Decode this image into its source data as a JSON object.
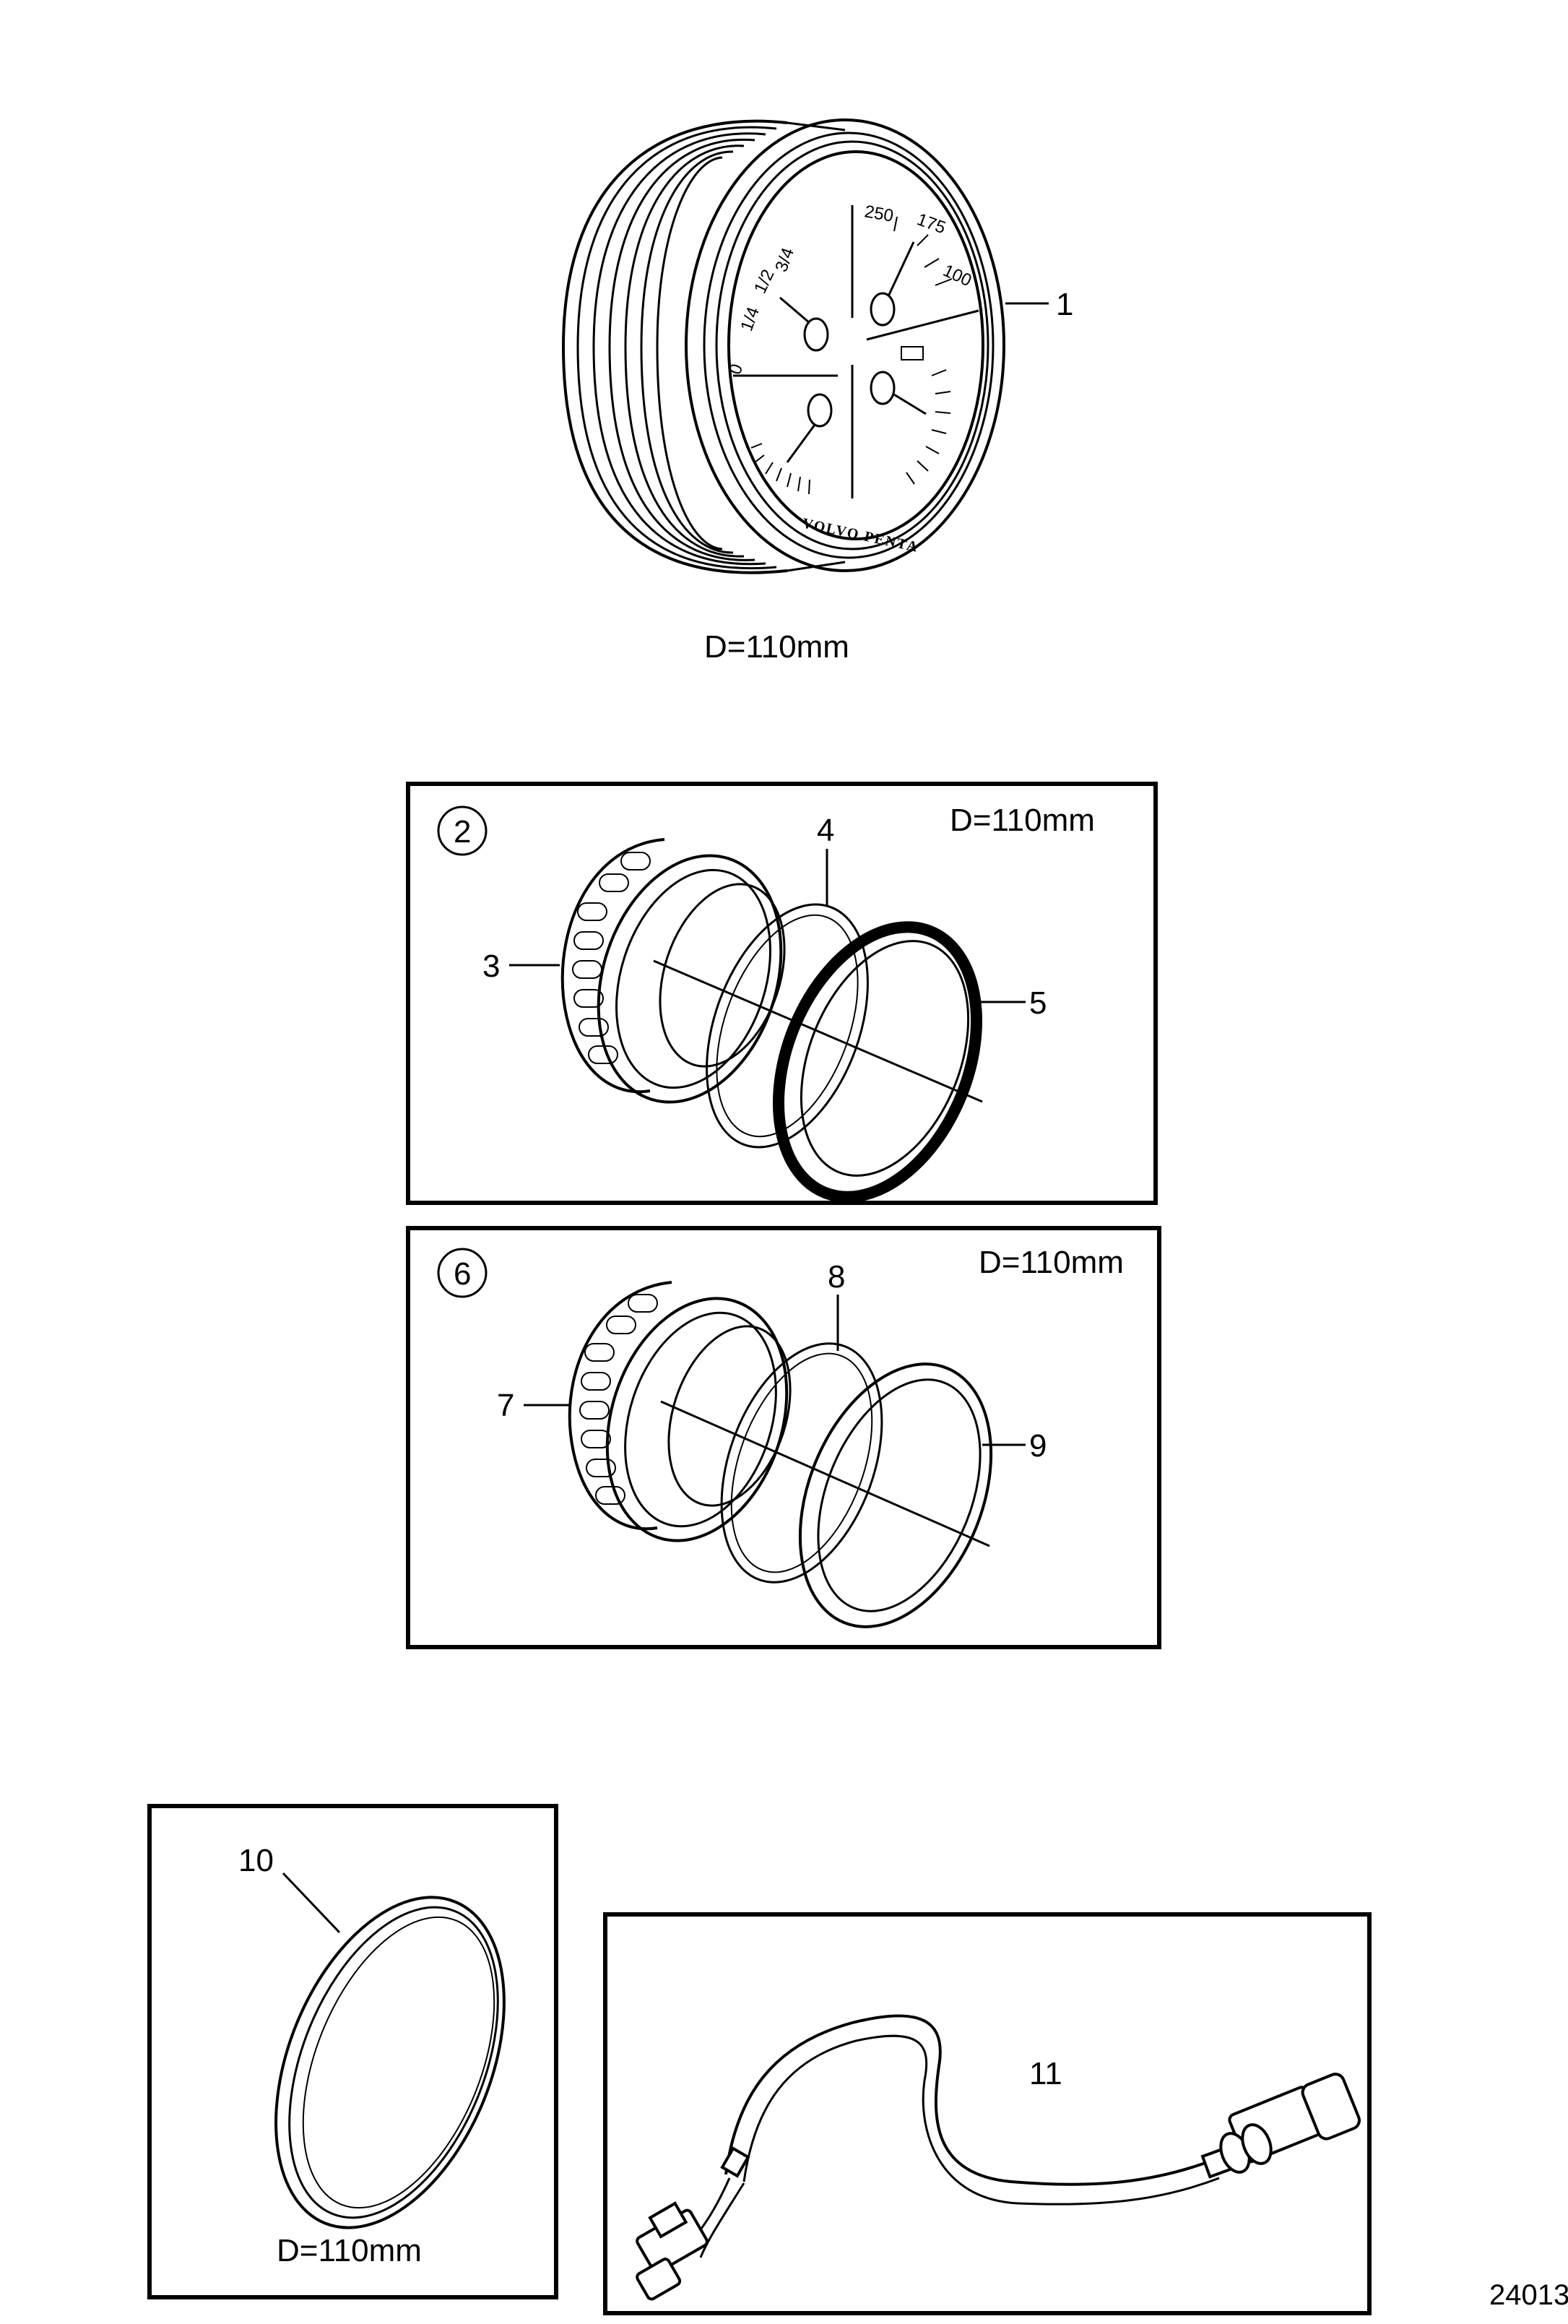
{
  "gauge": {
    "part_number": "1",
    "dimension": "D=110mm",
    "scale_labels": [
      "0",
      "1/4",
      "1/2",
      "3/4",
      "250",
      "175",
      "100"
    ],
    "brand": "VOLVO PENTA"
  },
  "kit_a": {
    "number": "2",
    "dimension": "D=110mm",
    "parts": [
      "3",
      "4",
      "5"
    ]
  },
  "kit_b": {
    "number": "6",
    "dimension": "D=110mm",
    "parts": [
      "7",
      "8",
      "9"
    ]
  },
  "ring": {
    "part_number": "10",
    "dimension": "D=110mm"
  },
  "cable": {
    "part_number": "11"
  },
  "reference": "24013"
}
